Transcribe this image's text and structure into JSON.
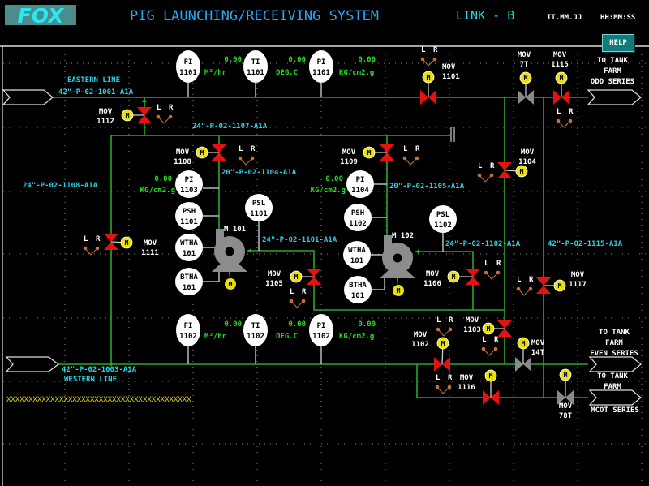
{
  "header": {
    "logo": "FOX",
    "title": "PIG LAUNCHING/RECEIVING SYSTEM",
    "link": "LINK - B",
    "date": "TT.MM.JJ",
    "time": "HH:MM:SS",
    "help_label": "HELP"
  },
  "colors": {
    "pipe": "#2aa82a",
    "label": "#27d3e6",
    "value": "#22e022",
    "valve_red": "#e81010",
    "valve_grey": "#8a8a8a",
    "motor": "#e8e010",
    "lr_dot": "#c8703a"
  },
  "instruments": [
    {
      "tag": "FI",
      "number": "1101"
    },
    {
      "tag": "TI",
      "number": "1101"
    },
    {
      "tag": "PI",
      "number": "1101"
    },
    {
      "tag": "PI",
      "number": "1103"
    },
    {
      "tag": "PSH",
      "number": "1101"
    },
    {
      "tag": "WTHA",
      "number": "101"
    },
    {
      "tag": "BTHA",
      "number": "101"
    },
    {
      "tag": "PSL",
      "number": "1101"
    },
    {
      "tag": "PI",
      "number": "1104"
    },
    {
      "tag": "PSH",
      "number": "1102"
    },
    {
      "tag": "WTHA",
      "number": "101"
    },
    {
      "tag": "BTHA",
      "number": "101"
    },
    {
      "tag": "PSL",
      "number": "1102"
    },
    {
      "tag": "FI",
      "number": "1102"
    },
    {
      "tag": "TI",
      "number": "1102"
    },
    {
      "tag": "PI",
      "number": "1102"
    }
  ],
  "readings": [
    {
      "value": "0.00",
      "unit": "M³/hr"
    },
    {
      "value": "0.00",
      "unit": "DEG.C"
    },
    {
      "value": "0.00",
      "unit": "KG/cm2.g"
    },
    {
      "value": "0.00",
      "unit": "KG/cm2.g"
    },
    {
      "value": "0.00",
      "unit": "KG/cm2.g"
    },
    {
      "value": "0.00",
      "unit": "M³/hr"
    },
    {
      "value": "0.00",
      "unit": "DEG.C"
    },
    {
      "value": "0.00",
      "unit": "KG/cm2.g"
    }
  ],
  "valves": [
    {
      "tag": "MOV",
      "number": "1101",
      "color": "red",
      "lr": true
    },
    {
      "tag": "MOV",
      "number": "7T",
      "color": "grey",
      "lr": false
    },
    {
      "tag": "MOV",
      "number": "1115",
      "color": "red",
      "lr": true
    },
    {
      "tag": "MOV",
      "number": "1112",
      "color": "red",
      "lr": true
    },
    {
      "tag": "MOV",
      "number": "1108",
      "color": "red",
      "lr": true
    },
    {
      "tag": "MOV",
      "number": "1109",
      "color": "red",
      "lr": true
    },
    {
      "tag": "MOV",
      "number": "1104",
      "color": "red",
      "lr": true
    },
    {
      "tag": "MOV",
      "number": "1111",
      "color": "red",
      "lr": true
    },
    {
      "tag": "MOV",
      "number": "1105",
      "color": "red",
      "lr": true
    },
    {
      "tag": "MOV",
      "number": "1106",
      "color": "red",
      "lr": true
    },
    {
      "tag": "MOV",
      "number": "1117",
      "color": "red",
      "lr": true
    },
    {
      "tag": "MOV",
      "number": "1103",
      "color": "red",
      "lr": true
    },
    {
      "tag": "MOV",
      "number": "1102",
      "color": "red",
      "lr": true
    },
    {
      "tag": "MOV",
      "number": "14T",
      "color": "grey",
      "lr": false
    },
    {
      "tag": "MOV",
      "number": "1116",
      "color": "red",
      "lr": true
    },
    {
      "tag": "MOV",
      "number": "78T",
      "color": "grey",
      "lr": false
    }
  ],
  "lr_labels": {
    "local": "L",
    "remote": "R"
  },
  "motor_label": "M",
  "pumps": [
    {
      "label": "M 101"
    },
    {
      "label": "M 102"
    }
  ],
  "line_labels": [
    "EASTERN LINE",
    "42\"-P-02-1001-A1A",
    "24\"-P-02-1107-A1A",
    "24\"-P-02-1108-A1A",
    "20\"-P-02-1104-A1A",
    "24\"-P-02-1101-A1A",
    "20\"-P-02-1105-A1A",
    "24\"-P-02-1102-A1A",
    "42\"-P-02-1115-A1A",
    "42\"-P-02-1003-A1A",
    "WESTERN LINE"
  ],
  "destinations": [
    {
      "lines": [
        "TO TANK",
        "FARM",
        "ODD SERIES"
      ]
    },
    {
      "lines": [
        "TO TANK",
        "FARM",
        "EVEN SERIES"
      ]
    },
    {
      "lines": [
        "TO TANK",
        "FARM"
      ]
    },
    {
      "lines": [
        "MCOT SERIES"
      ]
    }
  ],
  "alarm_banner": "XXXXXXXXXXXXXXXXXXXXXXXXXXXXXXXXXXXXXXXXXX"
}
